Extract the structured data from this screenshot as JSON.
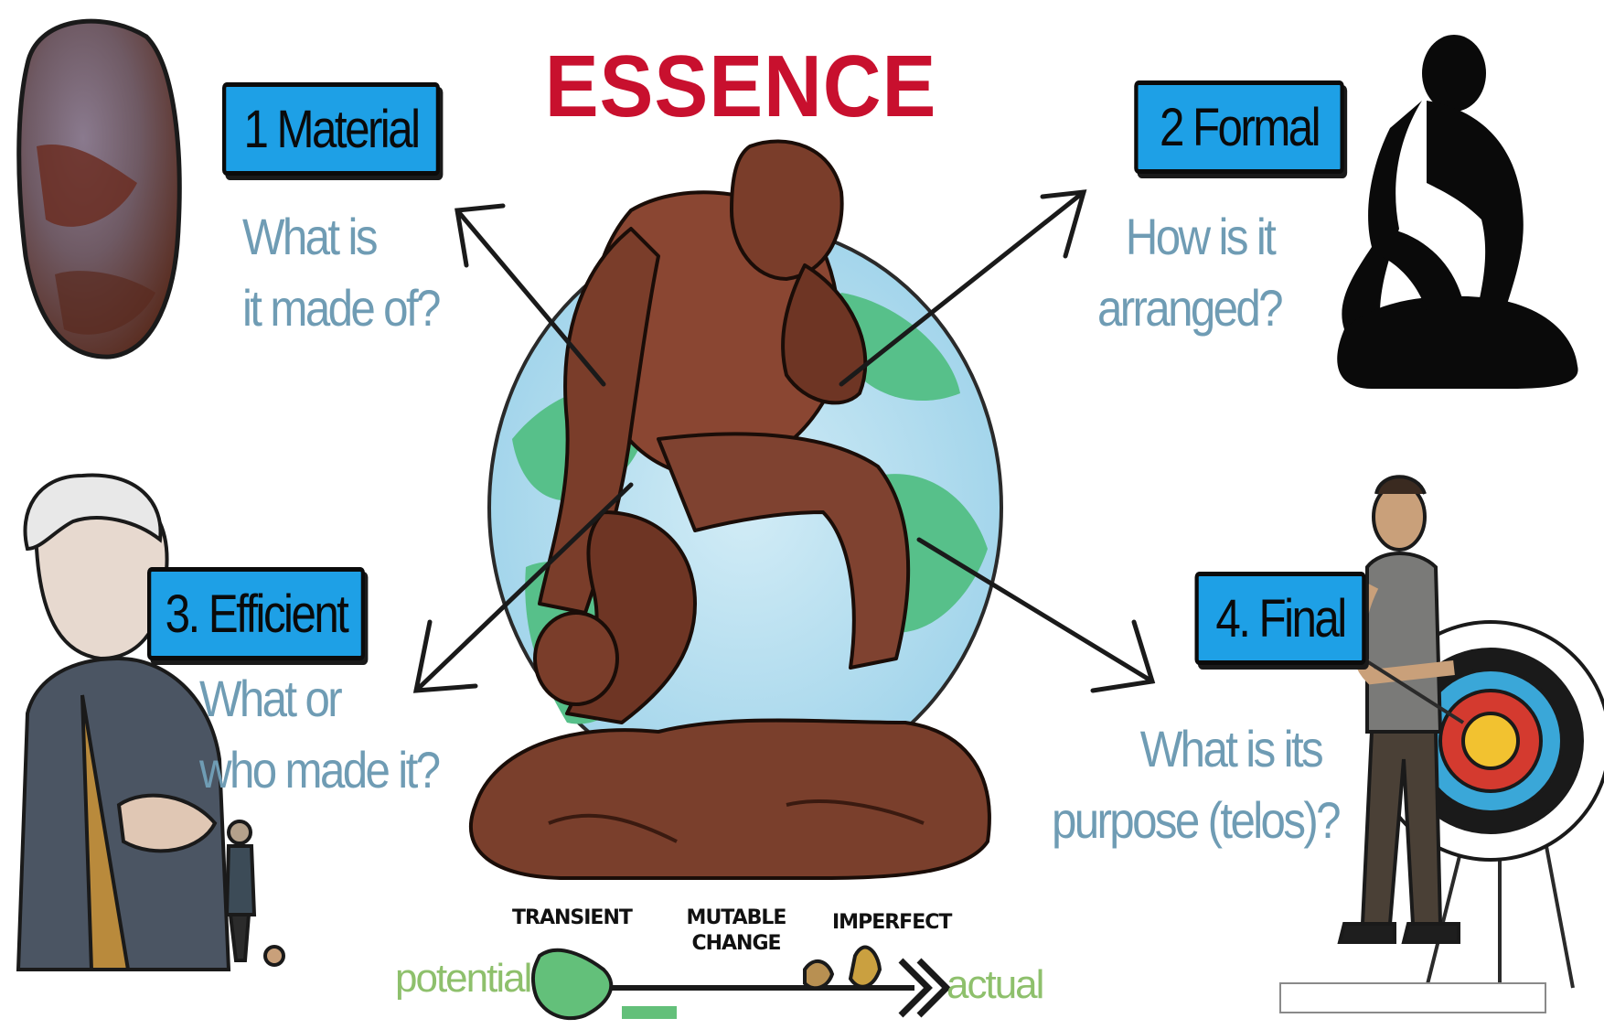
{
  "title": "ESSENCE",
  "causes": [
    {
      "label": "1 Material",
      "question_lines": [
        "What is",
        "it made of?"
      ]
    },
    {
      "label": "2 Formal",
      "question_lines": [
        "How is it",
        "arranged?"
      ]
    },
    {
      "label": "3. Efficient",
      "question_lines": [
        "What or",
        "who made it?"
      ]
    },
    {
      "label": "4. Final",
      "question_lines": [
        "What is its",
        "purpose (telos)?"
      ]
    }
  ],
  "scale": {
    "left_end": "potential",
    "right_end": "actual",
    "stage_labels": [
      "TRANSIENT",
      "MUTABLE CHANGE",
      "IMPERFECT"
    ]
  },
  "colors": {
    "title": "#c8102e",
    "box_bg": "#1ea0e6",
    "box_border": "#0b0b0b",
    "question": "#6f9cb4",
    "end_word": "#8ec06c",
    "bronze": "#7a3f2c",
    "globe_land": "#57c08a",
    "globe_sea": "#a9d8ee"
  },
  "icons": {
    "material": "rock-icon",
    "formal": "statue-silhouette-icon",
    "efficient": "sculptor-woman-icon",
    "final": "archer-target-icon",
    "center": "thinker-statue-icon"
  }
}
